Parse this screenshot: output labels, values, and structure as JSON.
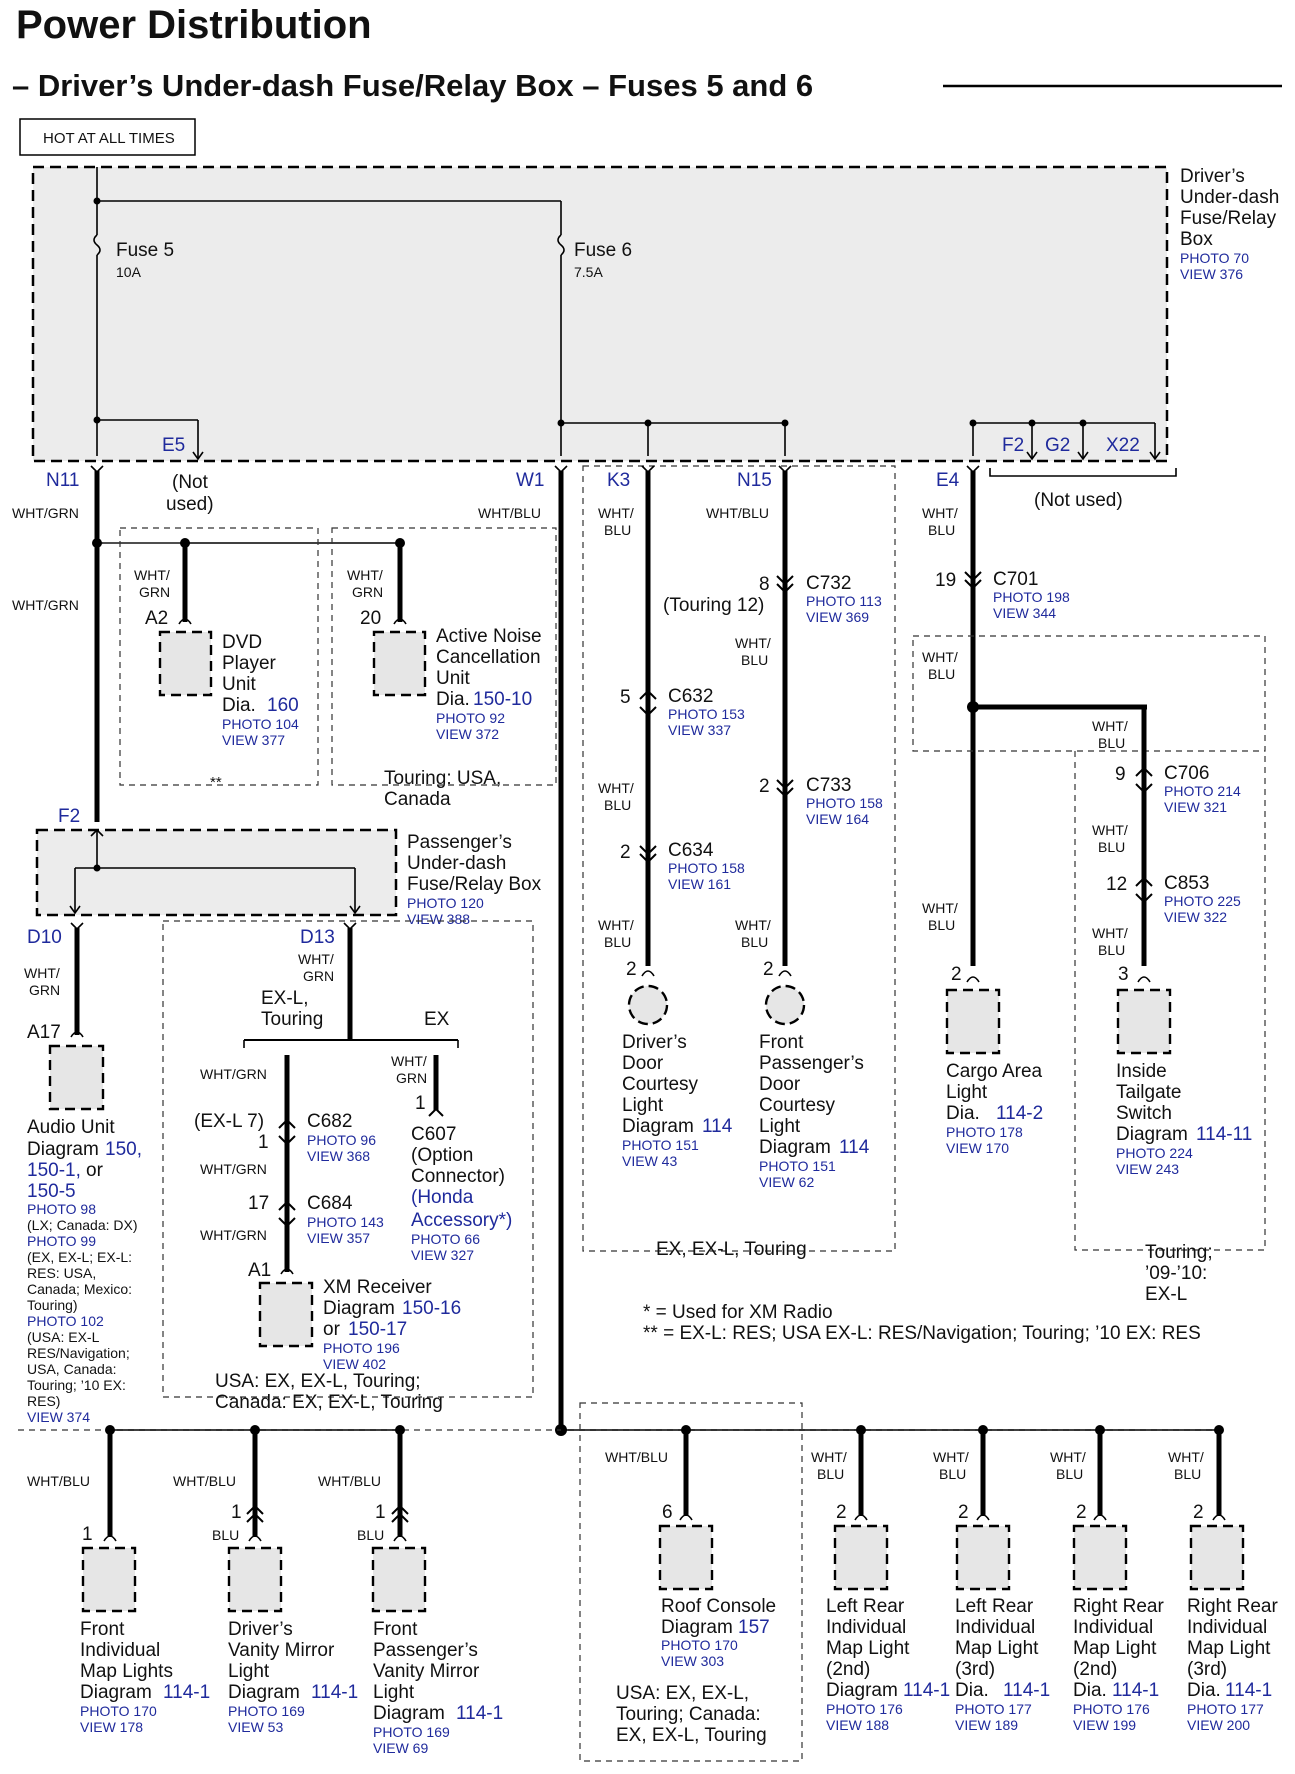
{
  "header": {
    "title": "Power Distribution",
    "subtitle": "– Driver’s Under-dash Fuse/Relay Box – Fuses 5 and 6",
    "hot_label": "HOT AT ALL TIMES"
  },
  "fuse_box": {
    "lines": [
      "Driver’s",
      "Under-dash",
      "Fuse/Relay",
      "Box"
    ],
    "photo": "PHOTO 70",
    "view": "VIEW 376",
    "fuse5": {
      "name": "Fuse 5",
      "rating": "10A"
    },
    "fuse6": {
      "name": "Fuse 6",
      "rating": "7.5A"
    }
  },
  "terminals": {
    "e5": "E5",
    "n11": "N11",
    "w1": "W1",
    "k3": "K3",
    "n15": "N15",
    "e4": "E4",
    "f2": "F2",
    "g2": "G2",
    "x22": "X22",
    "not_used_1": [
      "(Not",
      "used)"
    ],
    "not_used_2": "(Not used)"
  },
  "wire_colors": {
    "wht_grn": "WHT/GRN",
    "wht_blu": "WHT/BLU",
    "wht": "WHT/",
    "blu": "BLU",
    "grn": "GRN",
    "blu_only": "BLU"
  },
  "dvd": {
    "pin": "A2",
    "lines": [
      "DVD",
      "Player",
      "Unit"
    ],
    "dia_label": "Dia.",
    "dia": "160",
    "photo": "PHOTO 104",
    "view": "VIEW 377",
    "note": "**"
  },
  "anc": {
    "pin": "20",
    "lines": [
      "Active Noise",
      "Cancellation",
      "Unit"
    ],
    "dia_label": "Dia.",
    "dia": "150-10",
    "photo": "PHOTO 92",
    "view": "VIEW 372",
    "note": [
      "Touring: USA,",
      "Canada"
    ]
  },
  "passenger_box": {
    "terminal_in": "F2",
    "lines": [
      "Passenger’s",
      "Under-dash",
      "Fuse/Relay Box"
    ],
    "photo": "PHOTO 120",
    "view": "VIEW 388",
    "d10": "D10",
    "d13": "D13"
  },
  "audio": {
    "pin": "A17",
    "line1": "Audio Unit",
    "line2": "Diagram",
    "dia1": "150,",
    "dia2": "150-1,",
    "or": "or",
    "dia3": "150-5",
    "refs": [
      {
        "t": "PHOTO 98",
        "blue": true
      },
      {
        "t": "(LX; Canada: DX)",
        "blue": false
      },
      {
        "t": "PHOTO 99",
        "blue": true
      },
      {
        "t": "(EX, EX-L; EX-L:",
        "blue": false
      },
      {
        "t": "RES: USA,",
        "blue": false
      },
      {
        "t": "Canada; Mexico:",
        "blue": false
      },
      {
        "t": "Touring)",
        "blue": false
      },
      {
        "t": "PHOTO 102",
        "blue": true
      },
      {
        "t": "(USA: EX-L",
        "blue": false
      },
      {
        "t": "RES/Navigation;",
        "blue": false
      },
      {
        "t": "USA, Canada:",
        "blue": false
      },
      {
        "t": "Touring; ’10 EX:",
        "blue": false
      },
      {
        "t": "RES)",
        "blue": false
      },
      {
        "t": "VIEW 374",
        "blue": true
      }
    ]
  },
  "xm_branch": {
    "split_left": [
      "EX-L,",
      "Touring"
    ],
    "split_right": "EX",
    "c682_pin": "(EX-L 7)",
    "c682_pin2": "1",
    "c682": "C682",
    "c682_photo": "PHOTO 96",
    "c682_view": "VIEW 368",
    "c684_pin": "17",
    "c684": "C684",
    "c684_photo": "PHOTO 143",
    "c684_view": "VIEW 357",
    "rx_pin": "A1",
    "rx_line1": "XM Receiver",
    "rx_line2": "Diagram",
    "rx_dia1": "150-16",
    "rx_or": "or",
    "rx_dia2": "150-17",
    "rx_photo": "PHOTO 196",
    "rx_view": "VIEW 402",
    "c607_pin": "1",
    "c607_lines": [
      "C607",
      "(Option",
      "Connector)"
    ],
    "c607_honda": [
      "(Honda",
      "Accessory*)"
    ],
    "c607_photo": "PHOTO 66",
    "c607_view": "VIEW 327",
    "note": [
      "USA: EX, EX-L, Touring;",
      "Canada: EX, EX-L, Touring"
    ]
  },
  "k3_branch": {
    "c632_pin": "5",
    "c632": "C632",
    "c632_photo": "PHOTO 153",
    "c632_view": "VIEW 337",
    "c634_pin": "2",
    "c634": "C634",
    "c634_photo": "PHOTO 158",
    "c634_view": "VIEW 161",
    "light_pin": "2",
    "lines": [
      "Driver’s",
      "Door",
      "Courtesy",
      "Light"
    ],
    "dia_label": "Diagram",
    "dia": "114",
    "photo": "PHOTO 151",
    "view": "VIEW 43"
  },
  "n15_branch": {
    "c732_pin": "8",
    "c732_touring": "(Touring 12)",
    "c732": "C732",
    "c732_photo": "PHOTO 113",
    "c732_view": "VIEW 369",
    "c733_pin": "2",
    "c733": "C733",
    "c733_photo": "PHOTO 158",
    "c733_view": "VIEW 164",
    "light_pin": "2",
    "lines": [
      "Front",
      "Passenger’s",
      "Door",
      "Courtesy",
      "Light"
    ],
    "dia_label": "Diagram",
    "dia": "114",
    "photo": "PHOTO 151",
    "view": "VIEW 62",
    "note": "EX, EX-L, Touring"
  },
  "e4_branch": {
    "c701_pin": "19",
    "c701": "C701",
    "c701_photo": "PHOTO 198",
    "c701_view": "VIEW 344",
    "cargo_pin": "2",
    "cargo_lines": [
      "Cargo Area",
      "Light"
    ],
    "cargo_dia_label": "Dia.",
    "cargo_dia": "114-2",
    "cargo_photo": "PHOTO 178",
    "cargo_view": "VIEW 170",
    "c706_pin": "9",
    "c706": "C706",
    "c706_photo": "PHOTO 214",
    "c706_view": "VIEW 321",
    "c853_pin": "12",
    "c853": "C853",
    "c853_photo": "PHOTO 225",
    "c853_view": "VIEW 322",
    "switch_pin": "3",
    "switch_lines": [
      "Inside",
      "Tailgate",
      "Switch"
    ],
    "switch_dia_label": "Diagram",
    "switch_dia": "114-11",
    "switch_photo": "PHOTO 224",
    "switch_view": "VIEW 243",
    "note": [
      "Touring;",
      "’09-’10:",
      "EX-L"
    ]
  },
  "footnotes": [
    "*   = Used for XM Radio",
    "** = EX-L: RES; USA EX-L: RES/Navigation; Touring; ’10 EX: RES"
  ],
  "bottom_left": {
    "front_map": {
      "pin": "1",
      "lines": [
        "Front",
        "Individual",
        "Map Lights"
      ],
      "dia_label": "Diagram",
      "dia": "114-1",
      "photo": "PHOTO 170",
      "view": "VIEW 178"
    },
    "driver_mirror": {
      "pin": "1",
      "lines": [
        "Driver’s",
        "Vanity Mirror",
        "Light"
      ],
      "dia_label": "Diagram",
      "dia": "114-1",
      "photo": "PHOTO 169",
      "view": "VIEW 53"
    },
    "pass_mirror": {
      "pin": "1",
      "lines": [
        "Front",
        "Passenger’s",
        "Vanity Mirror",
        "Light"
      ],
      "dia_label": "Diagram",
      "dia": "114-1",
      "photo": "PHOTO 169",
      "view": "VIEW 69"
    }
  },
  "bottom_right": {
    "roof": {
      "pin": "6",
      "lines": [
        "Roof Console"
      ],
      "dia_label": "Diagram",
      "dia": "157",
      "photo": "PHOTO 170",
      "view": "VIEW 303",
      "note": [
        "USA: EX, EX-L,",
        "Touring; Canada:",
        "EX, EX-L, Touring"
      ]
    },
    "lr2": {
      "pin": "2",
      "lines": [
        "Left Rear",
        "Individual",
        "Map Light",
        "(2nd)"
      ],
      "dia_label": "Diagram",
      "dia": "114-1",
      "photo": "PHOTO 176",
      "view": "VIEW 188"
    },
    "lr3": {
      "pin": "2",
      "lines": [
        "Left Rear",
        "Individual",
        "Map Light",
        "(3rd)"
      ],
      "dia_label": "Dia.",
      "dia": "114-1",
      "photo": "PHOTO 177",
      "view": "VIEW 189"
    },
    "rr2": {
      "pin": "2",
      "lines": [
        "Right Rear",
        "Individual",
        "Map Light",
        "(2nd)"
      ],
      "dia_label": "Dia.",
      "dia": "114-1",
      "photo": "PHOTO 176",
      "view": "VIEW 199"
    },
    "rr3": {
      "pin": "2",
      "lines": [
        "Right Rear",
        "Individual",
        "Map Light",
        "(3rd)"
      ],
      "dia_label": "Dia.",
      "dia": "114-1",
      "photo": "PHOTO 177",
      "view": "VIEW 200"
    }
  }
}
